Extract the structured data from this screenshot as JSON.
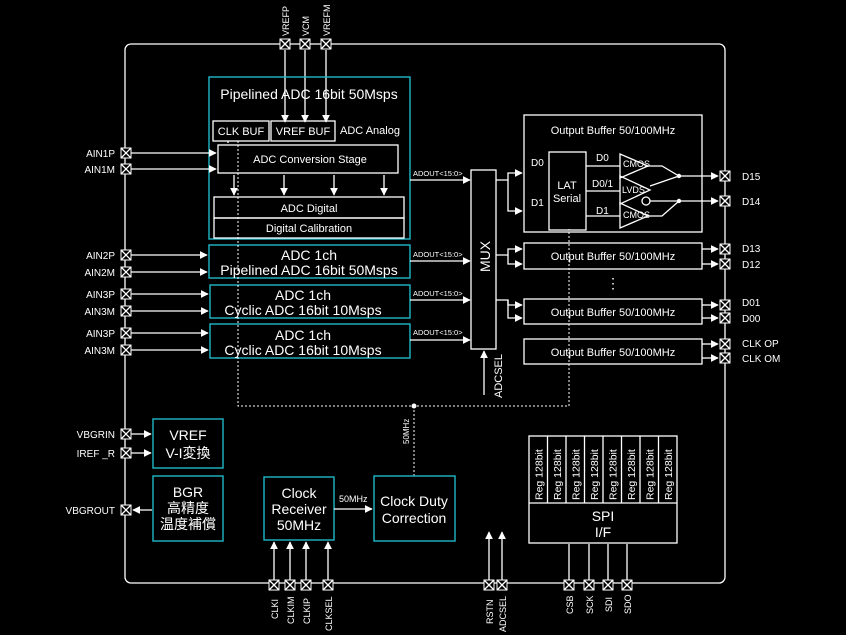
{
  "top_pins": {
    "vrefp": "VREFP",
    "vcm": "VCM",
    "vrefm": "VREFM"
  },
  "left_pins": {
    "ain1p": "AIN1P",
    "ain1m": "AIN1M",
    "ain2p": "AIN2P",
    "ain2m": "AIN2M",
    "ain3p_a": "AIN3P",
    "ain3m_a": "AIN3M",
    "ain3p_b": "AIN3P",
    "ain3m_b": "AIN3M",
    "vbgrin": "VBGRIN",
    "iref": "IREF _R",
    "vbgrout": "VBGROUT"
  },
  "adc1": {
    "title": "Pipelined ADC 16bit 50Msps",
    "clk_buf": "CLK BUF",
    "vref_buf": "VREF BUF",
    "analog": "ADC Analog",
    "conversion": "ADC Conversion Stage",
    "digital": "ADC Digital",
    "calibration": "Digital Calibration"
  },
  "adc2": {
    "line1": "ADC 1ch",
    "line2": "Pipelined ADC 16bit 50Msps"
  },
  "adc3": {
    "line1": "ADC 1ch",
    "line2": "Cyclic ADC 16bit 10Msps"
  },
  "adc4": {
    "line1": "ADC 1ch",
    "line2": "Cyclic ADC 16bit 10Msps"
  },
  "bus": {
    "adout1": "ADOUT<15:0>",
    "adout2": "ADOUT<15:0>",
    "adout3": "ADOUT<15:0>",
    "adout4": "ADOUT<15:0>"
  },
  "mux": {
    "label": "MUX",
    "sel": "ADCSEL"
  },
  "out_buf": {
    "title": "Output Buffer 50/100MHz",
    "d0_in": "D0",
    "d1_in": "D1",
    "lat1": "LAT",
    "lat2": "Serial",
    "d0_out": "D0",
    "d01_out": "D0/1",
    "d1_out": "D1",
    "cmos_top": "CMOS",
    "lvds": "LVDS",
    "cmos_bot": "CMOS"
  },
  "buffers": {
    "b2": "Output Buffer 50/100MHz",
    "b3": "Output Buffer 50/100MHz",
    "b4": "Output Buffer 50/100MHz",
    "ellipsis": "⋮"
  },
  "right_pins": {
    "d15": "D15",
    "d14": "D14",
    "d13": "D13",
    "d12": "D12",
    "d01": "D01",
    "d00": "D00",
    "clkop": "CLK OP",
    "clkom": "CLK OM"
  },
  "vref": {
    "line1": "VREF",
    "line2": "V-I変換"
  },
  "bgr": {
    "line1": "BGR",
    "line2": "高精度",
    "line3": "温度補償"
  },
  "clock_receiver": {
    "line1": "Clock",
    "line2": "Receiver",
    "line3": "50MHz"
  },
  "clock_duty": {
    "line1": "Clock Duty",
    "line2": "Correction"
  },
  "freq": {
    "horizontal": "50MHz",
    "vertical": "50MHz"
  },
  "registers": [
    "Reg 128bit",
    "Reg 128bit",
    "Reg 128bit",
    "Reg 128bit",
    "Reg 128bit",
    "Reg 128bit",
    "Reg 128bit",
    "Reg 128bit"
  ],
  "spi": {
    "line1": "SPI",
    "line2": "I/F"
  },
  "bottom_pins": {
    "clki": "CLKI",
    "clkim": "CLKIM",
    "clkip": "CLKIP",
    "clksel": "CLKSEL",
    "rstn": "RSTN",
    "adcsel": "ADCSEL",
    "csb": "CSB",
    "sck": "SCK",
    "sdi": "SDI",
    "sdo": "SDO"
  }
}
